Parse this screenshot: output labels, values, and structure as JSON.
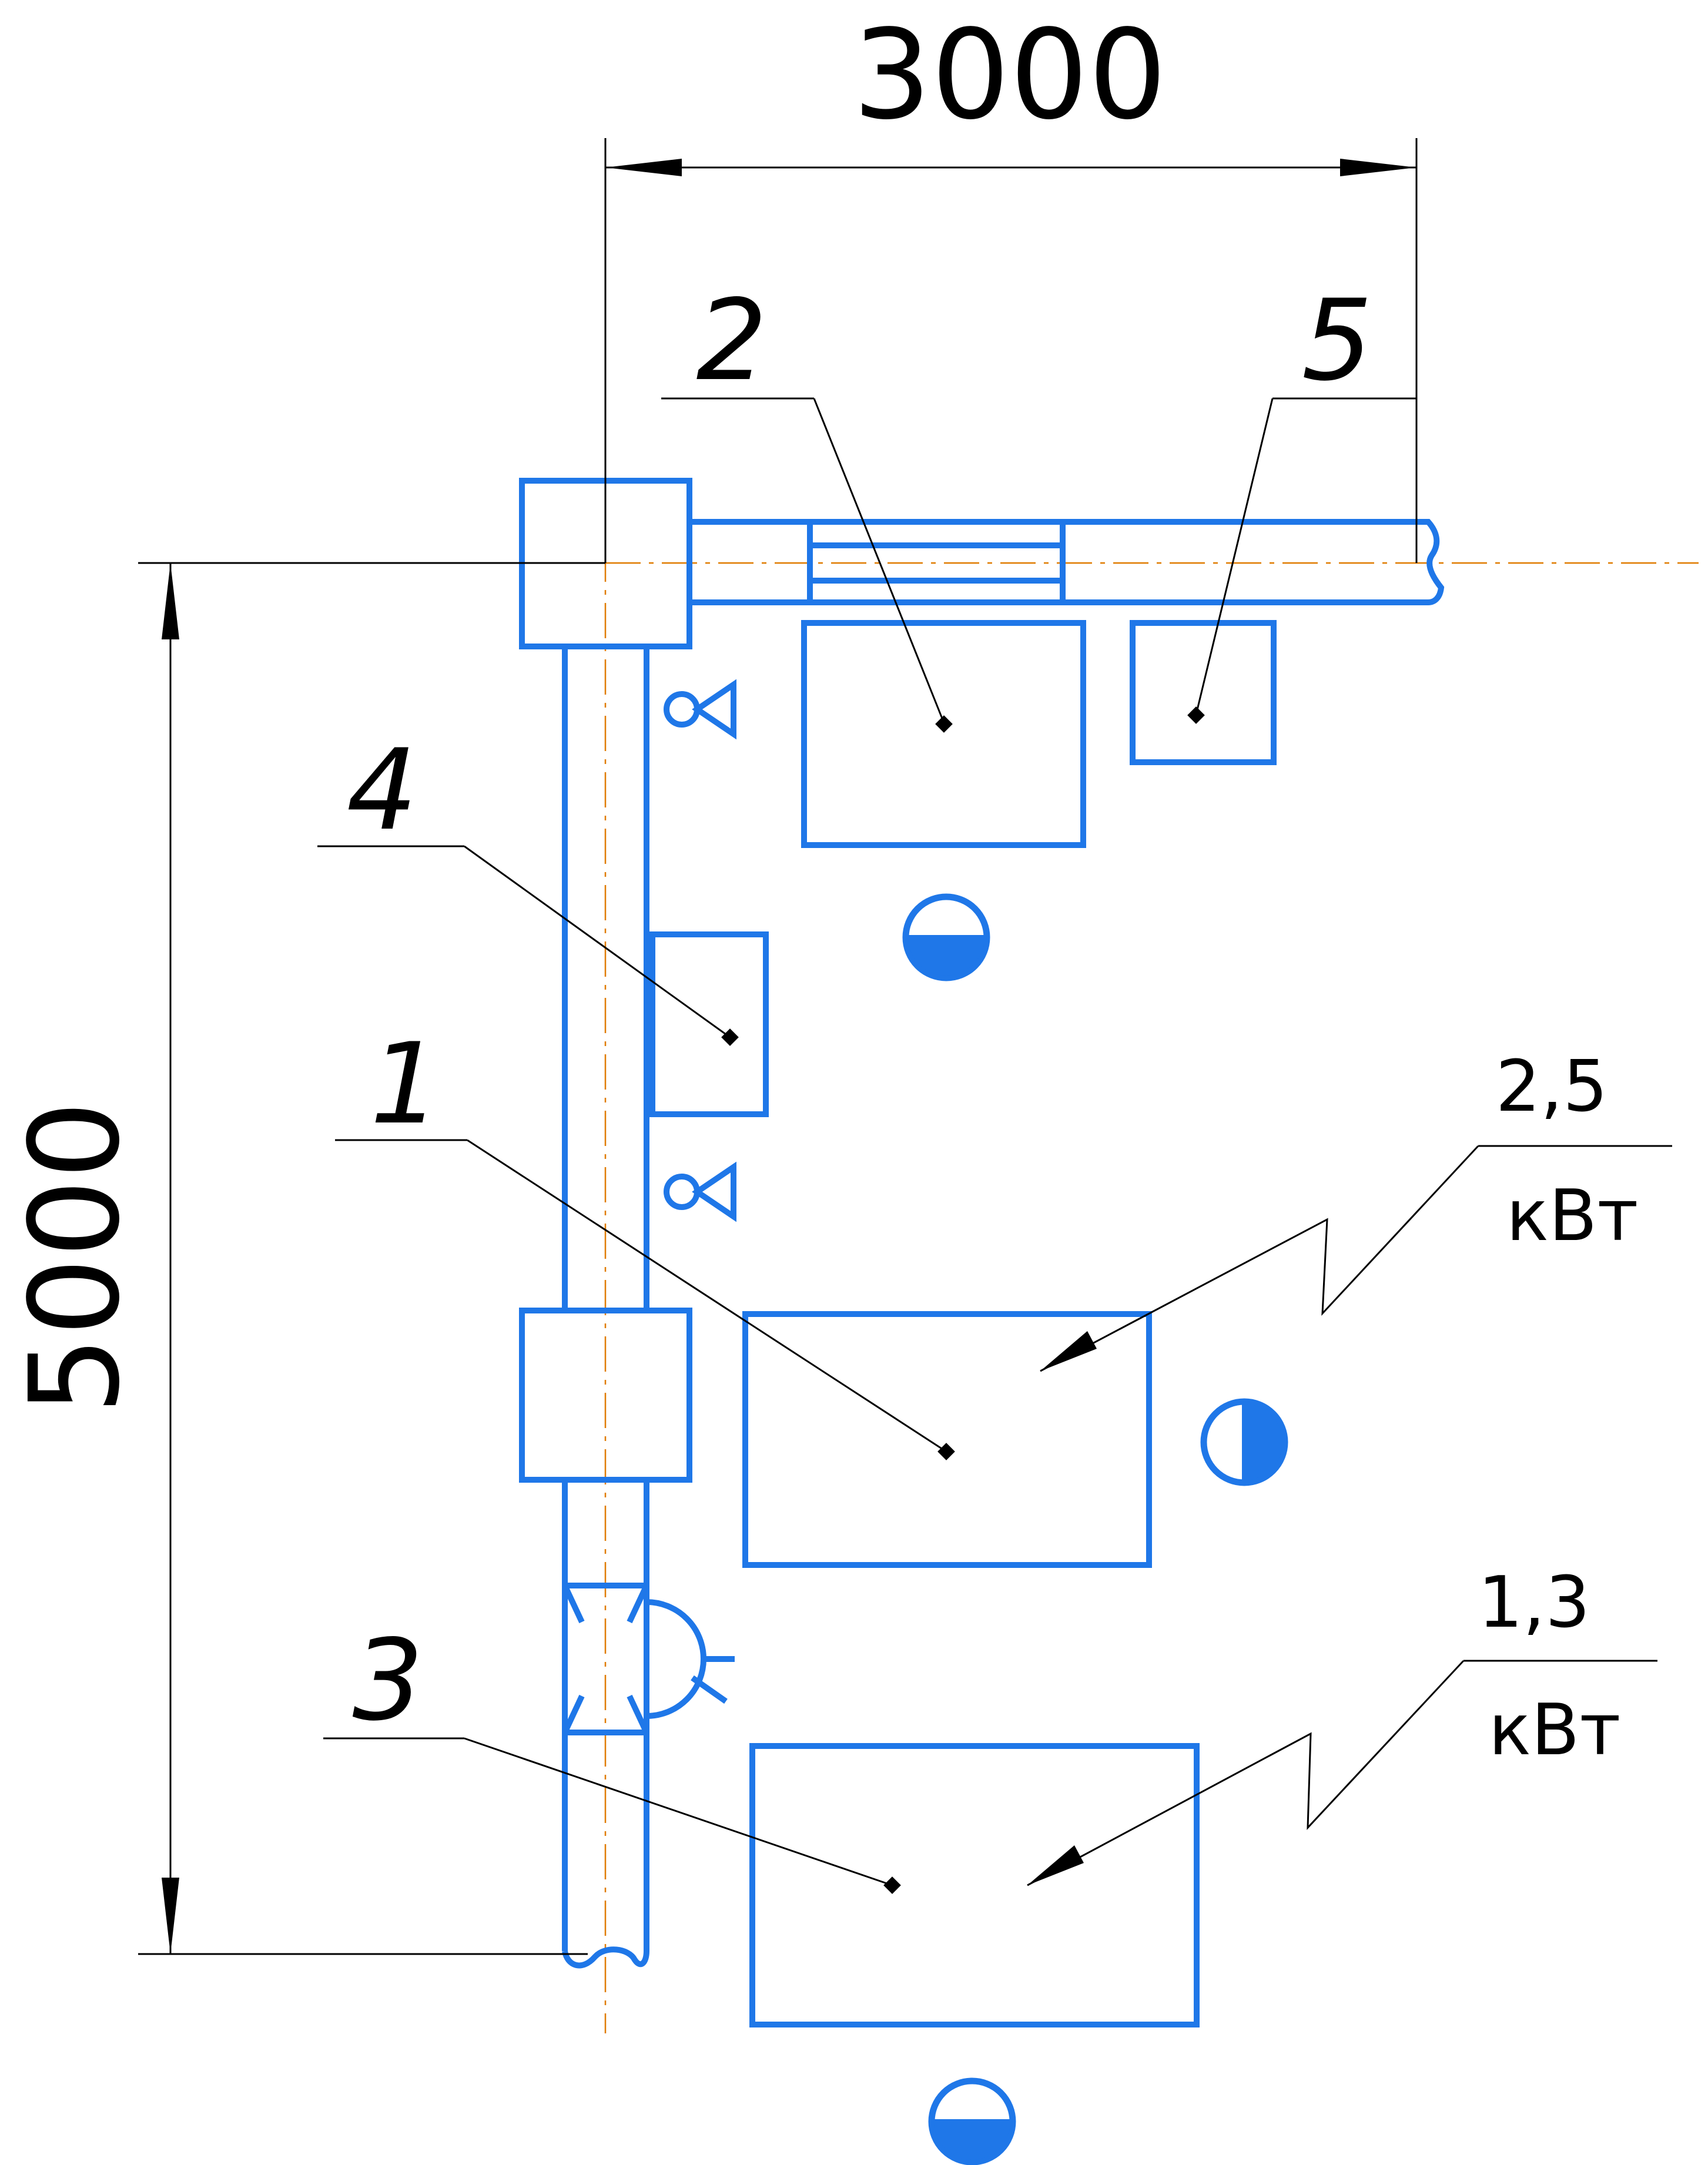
{
  "dimensions": {
    "width_label": "3000",
    "height_label": "5000"
  },
  "labels": {
    "l1": "1",
    "l2": "2",
    "l3": "3",
    "l4": "4",
    "l5": "5"
  },
  "power": {
    "p1_value": "2,5",
    "p1_unit": "кВт",
    "p2_value": "1,3",
    "p2_unit": "кВт"
  },
  "colors": {
    "equipment": "#1f77e8",
    "axis": "#e07b00",
    "annotation": "#000000"
  }
}
